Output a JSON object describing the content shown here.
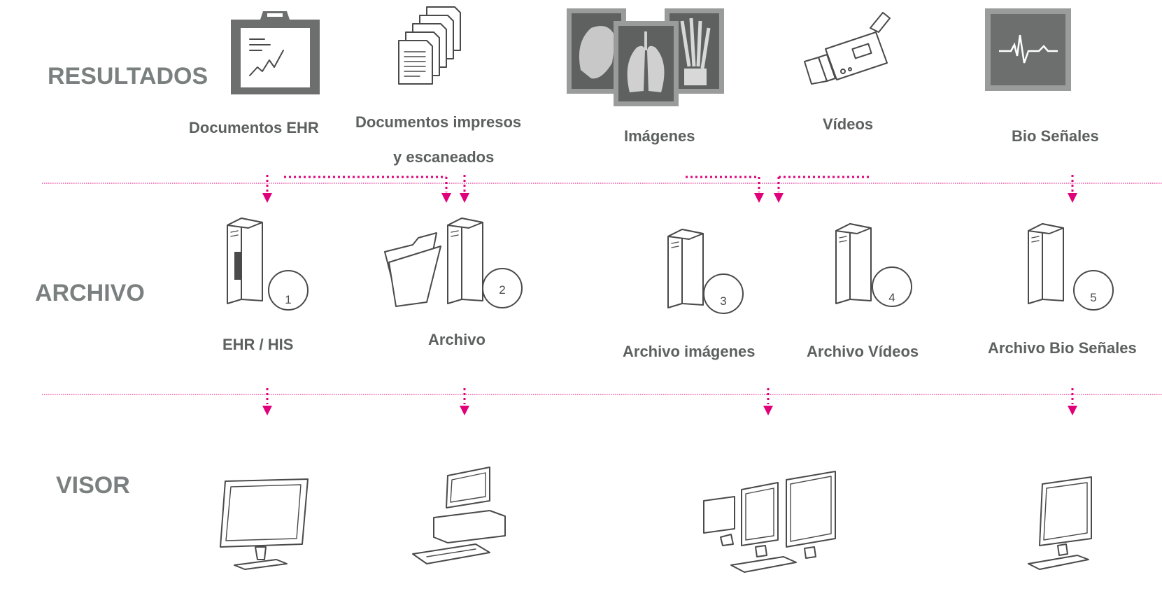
{
  "rows": {
    "resultados": "RESULTADOS",
    "archivo": "ARCHIVO",
    "visor": "VISOR"
  },
  "sources": {
    "ehr": "Documentos EHR",
    "impresos_1": "Documentos impresos",
    "impresos_2": "y escaneados",
    "imagenes": "Imágenes",
    "videos": "Vídeos",
    "bio": "Bio Señales"
  },
  "archives": {
    "ehr_his": "EHR / HIS",
    "archivo": "Archivo",
    "imagenes": "Archivo imágenes",
    "videos": "Archivo Vídeos",
    "bio": "Archivo Bio Señales"
  },
  "numbers": [
    "1",
    "2",
    "3",
    "4",
    "5"
  ],
  "colors": {
    "accent": "#e0007a",
    "label_gray": "#7a807f",
    "icon_gray": "#6d6f6e"
  }
}
